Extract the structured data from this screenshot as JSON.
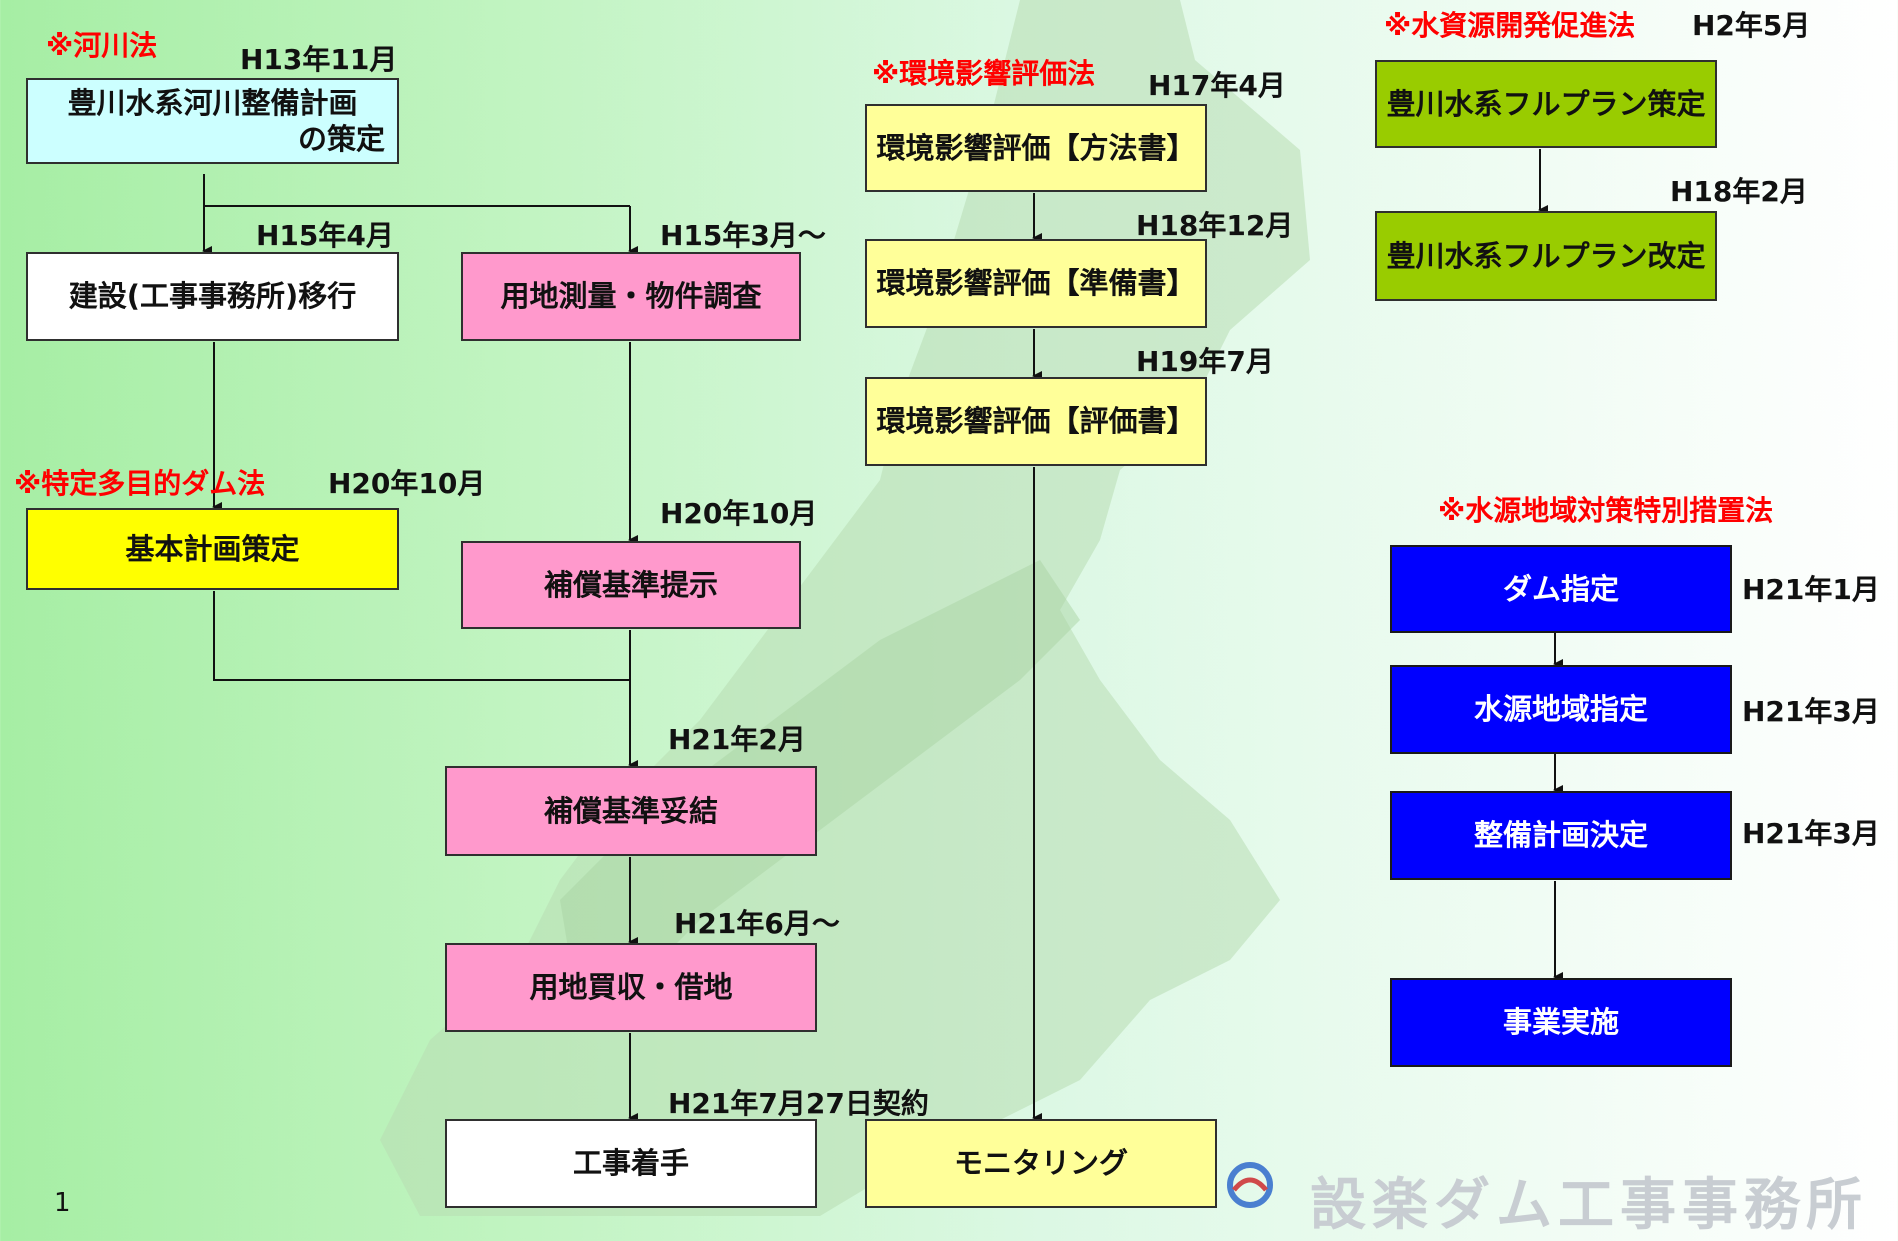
{
  "laws": {
    "river": "※河川法",
    "environment": "※環境影響評価法",
    "water_resources": "※水資源開発促進法",
    "multipurpose_dam": "※特定多目的ダム法",
    "water_source": "※水源地域対策特別措置法"
  },
  "dates": {
    "h13_11": "H13年11月",
    "h15_4": "H15年4月",
    "h15_3": "H15年3月～",
    "h17_4": "H17年4月",
    "h18_12": "H18年12月",
    "h19_7": "H19年7月",
    "h2_5": "H2年5月",
    "h18_2": "H18年2月",
    "h20_10_a": "H20年10月",
    "h20_10_b": "H20年10月",
    "h21_2": "H21年2月",
    "h21_6": "H21年6月～",
    "h21_7_27": "H21年7月27日契約",
    "h21_1": "H21年1月",
    "h21_3_a": "H21年3月",
    "h21_3_b": "H21年3月"
  },
  "boxes": {
    "river_plan_l1": "豊川水系河川整備計画",
    "river_plan_l2": "の策定",
    "construction_transfer": "建設(工事事務所)移行",
    "land_survey": "用地測量・物件調査",
    "basic_plan": "基本計画策定",
    "compensation_present": "補償基準提示",
    "compensation_agree": "補償基準妥結",
    "land_purchase": "用地買収・借地",
    "construction_start": "工事着手",
    "env_method": "環境影響評価【方法書】",
    "env_prep": "環境影響評価【準備書】",
    "env_eval": "環境影響評価【評価書】",
    "monitoring": "モニタリング",
    "full_plan": "豊川水系フルプラン策定",
    "full_plan_revise": "豊川水系フルプラン改定",
    "dam_designation": "ダム指定",
    "water_area_designation": "水源地域指定",
    "development_plan": "整備計画決定",
    "project_implementation": "事業実施"
  },
  "footer": {
    "page_number": "1",
    "office_logo": "設楽ダム工事事務所"
  },
  "colors": {
    "red_text": "#ff0000",
    "blue_box": "#0000ff",
    "pink_box": "#ff99cc",
    "light_yellow_box": "#ffff99",
    "yellow_box": "#ffff00",
    "green_box": "#99cc00",
    "cyan_box": "#ccffff"
  }
}
